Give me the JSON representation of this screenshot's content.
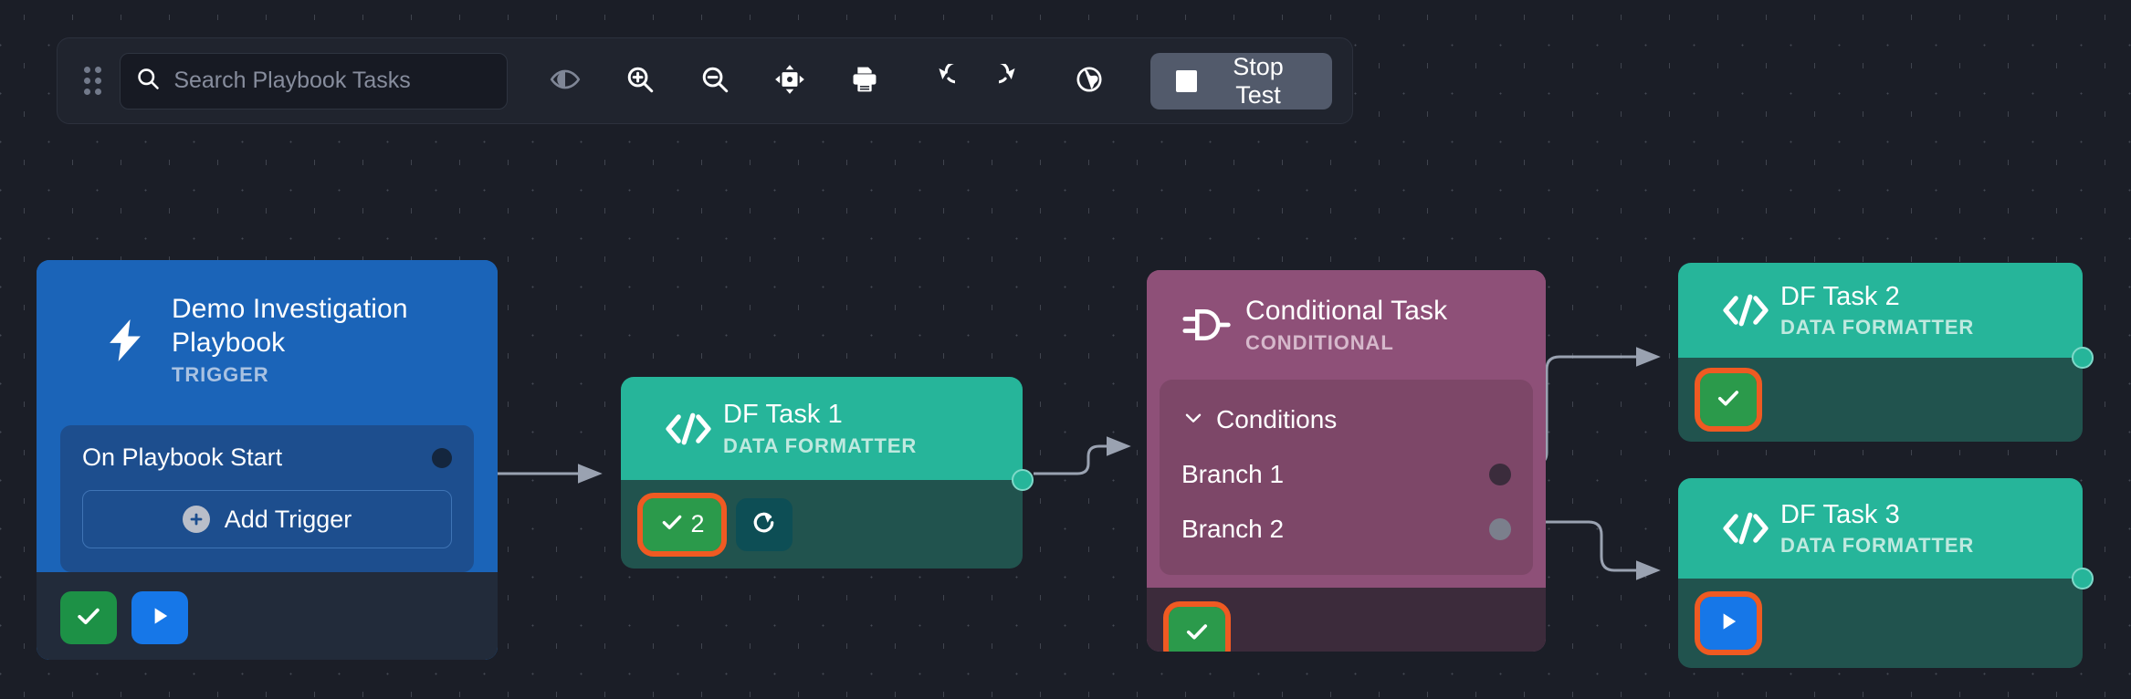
{
  "toolbar": {
    "drag_handle_icon": "drag-dots-icon",
    "search": {
      "icon": "search-icon",
      "placeholder": "Search Playbook Tasks",
      "value": ""
    },
    "buttons": [
      {
        "name": "toggle-visibility-button",
        "icon": "eye-icon"
      },
      {
        "name": "zoom-in-button",
        "icon": "magnifier-plus-icon"
      },
      {
        "name": "zoom-out-button",
        "icon": "magnifier-minus-icon"
      },
      {
        "name": "fit-to-screen-button",
        "icon": "fit-screen-icon"
      },
      {
        "name": "print-button",
        "icon": "printer-icon"
      },
      {
        "name": "redo-button",
        "icon": "redo-arrow-icon"
      },
      {
        "name": "undo-button",
        "icon": "undo-arrow-icon"
      },
      {
        "name": "globe-button",
        "icon": "globe-icon"
      }
    ],
    "stop_test": {
      "label": "Stop Test",
      "icon": "stop-square-icon"
    }
  },
  "nodes": {
    "trigger": {
      "icon": "lightning-bolt-icon",
      "title": "Demo Investigation Playbook",
      "subtitle": "TRIGGER",
      "row_label": "On Playbook Start",
      "add_trigger_label": "Add Trigger",
      "add_trigger_icon": "plus-circle-icon",
      "badges": [
        {
          "name": "status-success-badge",
          "icon": "check-icon",
          "color": "#1d9146"
        },
        {
          "name": "run-badge",
          "icon": "play-icon",
          "color": "#1677e8"
        }
      ]
    },
    "df_task_1": {
      "icon": "code-brackets-icon",
      "title": "DF Task 1",
      "subtitle": "DATA FORMATTER",
      "badges": [
        {
          "name": "status-success-badge",
          "icon": "check-icon",
          "count": "2",
          "color": "#2b9a4b",
          "highlighted": true
        },
        {
          "name": "rerun-badge",
          "icon": "refresh-arrow-icon",
          "color": "#0d4e55",
          "highlighted": false
        }
      ]
    },
    "conditional": {
      "icon": "logic-gate-icon",
      "title": "Conditional Task",
      "subtitle": "CONDITIONAL",
      "conditions_label": "Conditions",
      "chevron_icon": "chevron-down-icon",
      "branches": [
        {
          "label": "Branch 1",
          "port": "active"
        },
        {
          "label": "Branch 2",
          "port": "inactive"
        }
      ],
      "badges": [
        {
          "name": "status-success-badge",
          "icon": "check-icon",
          "color": "#2b9a4b",
          "highlighted": true
        }
      ]
    },
    "df_task_2": {
      "icon": "code-brackets-icon",
      "title": "DF Task 2",
      "subtitle": "DATA FORMATTER",
      "badges": [
        {
          "name": "status-success-badge",
          "icon": "check-icon",
          "color": "#2b9a4b",
          "highlighted": true
        }
      ]
    },
    "df_task_3": {
      "icon": "code-brackets-icon",
      "title": "DF Task 3",
      "subtitle": "DATA FORMATTER",
      "badges": [
        {
          "name": "run-badge",
          "icon": "play-icon",
          "color": "#1677e8",
          "highlighted": true
        }
      ]
    }
  },
  "colors": {
    "canvas_bg": "#1b1e27",
    "toolbar_bg": "#20242e",
    "trigger_blue": "#1b64b8",
    "task_teal": "#26b59a",
    "task_teal_foot": "#21534e",
    "conditional_purple": "#8e5078",
    "conditional_foot": "#3c2b3b",
    "highlight_orange": "#ef5a22",
    "success_green": "#2b9a4b",
    "edge_grey": "#9aa2b1"
  }
}
